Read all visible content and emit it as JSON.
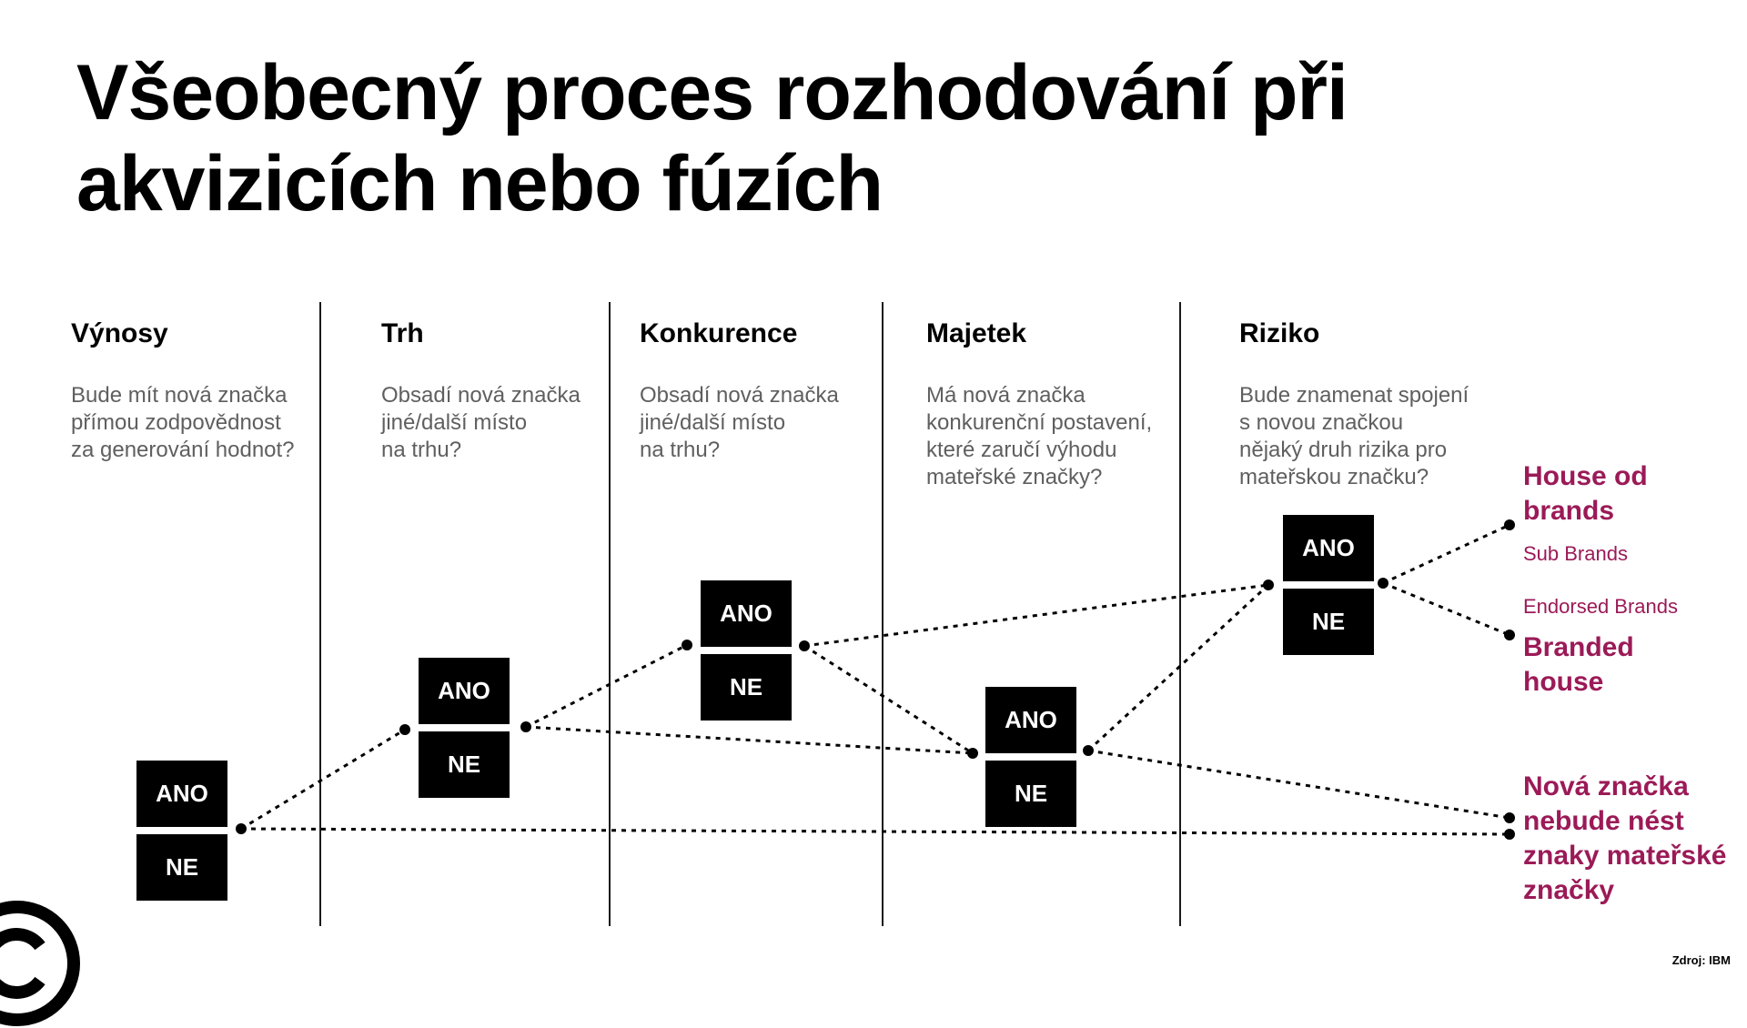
{
  "title": {
    "line1": "Všeobecný proces rozhodování při",
    "line2": "akvizicích nebo fúzích"
  },
  "columns": [
    {
      "title": "Výnosy",
      "question": [
        "Bude mít nová značka",
        "přímou zodpovědnost",
        "za generování hodnot?"
      ]
    },
    {
      "title": "Trh",
      "question": [
        "Obsadí nová značka",
        "jiné/další místo",
        "na trhu?"
      ]
    },
    {
      "title": "Konkurence",
      "question": [
        "Obsadí nová značka",
        "jiné/další místo",
        "na trhu?"
      ]
    },
    {
      "title": "Majetek",
      "question": [
        "Má nová značka",
        "konkurenční postavení,",
        "které zaručí výhodu",
        "mateřské značky?"
      ]
    },
    {
      "title": "Riziko",
      "question": [
        "Bude znamenat spojení",
        "s novou značkou",
        "nějaký druh rizika pro",
        "mateřskou značku?"
      ]
    }
  ],
  "decision": {
    "yes": "ANO",
    "no": "NE"
  },
  "outcomes": {
    "house_of_brands": [
      "House od",
      "brands"
    ],
    "sub_brands": "Sub Brands",
    "endorsed_brands": "Endorsed Brands",
    "branded_house": [
      "Branded",
      "house"
    ],
    "new_brand": [
      "Nová značka",
      "nebude nést",
      "znaky mateřské",
      "značky"
    ]
  },
  "source": "Zdroj: IBM",
  "colors": {
    "accent": "#9b1a57",
    "box": "#000000",
    "question": "#5f5f5f"
  },
  "logo_icon": "copyright-icon"
}
